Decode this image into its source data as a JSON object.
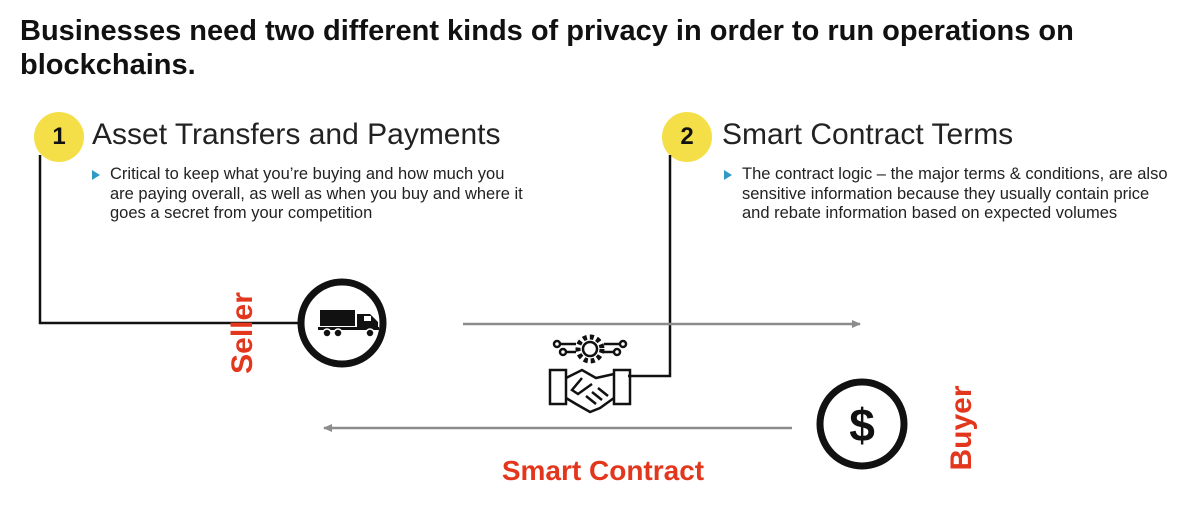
{
  "title": "Businesses need two different kinds of privacy in order to run operations on blockchains.",
  "section1": {
    "number": "1",
    "heading": "Asset Transfers and Payments",
    "bullet": "Critical to keep what you’re buying and how much you are paying overall, as well as when you buy and where it goes a secret from your competition"
  },
  "section2": {
    "number": "2",
    "heading": "Smart Contract Terms",
    "bullet": "The contract logic – the major terms & conditions, are also sensitive information because they usually contain price and rebate information based on expected volumes"
  },
  "labels": {
    "seller": "Seller",
    "buyer": "Buyer",
    "smart_contract": "Smart Contract",
    "dollar": "$"
  },
  "icons": {
    "seller": "truck-icon",
    "contract": "gear-handshake-icon",
    "buyer": "dollar-icon"
  },
  "colors": {
    "badge": "#f4df49",
    "label_red": "#e3371d",
    "bullet_marker": "#2f9bc4",
    "arrow_gray": "#8c8c8c"
  }
}
